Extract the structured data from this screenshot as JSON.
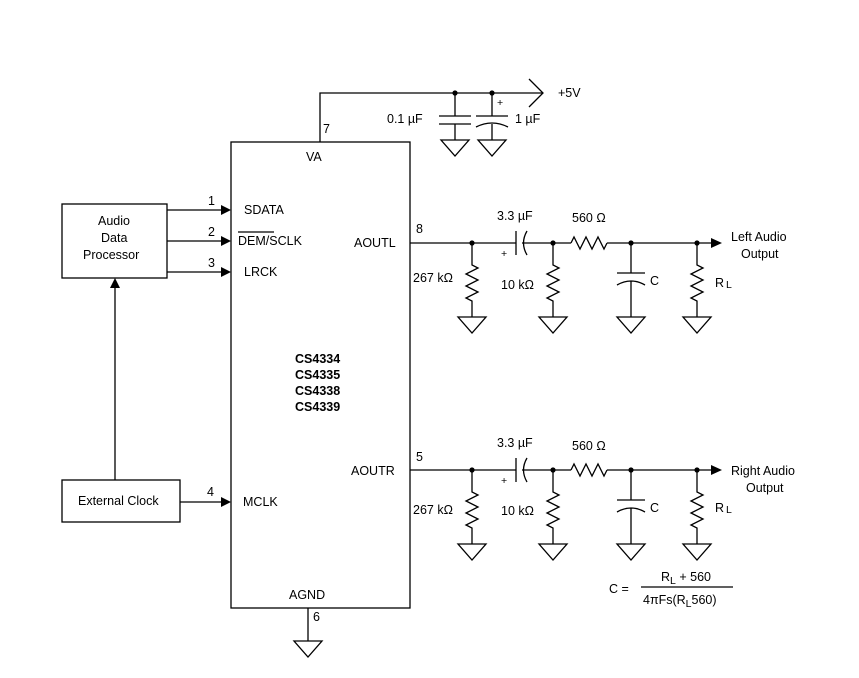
{
  "power": {
    "label": "+5V"
  },
  "caps_supply": {
    "c1": "0.1 µF",
    "c2": "1 µF",
    "plus": "+"
  },
  "chip": {
    "parts": [
      "CS4334",
      "CS4335",
      "CS4338",
      "CS4339"
    ],
    "va": "VA",
    "agnd": "AGND",
    "pins": {
      "sdata": {
        "num": "1",
        "name": "SDATA"
      },
      "sclk": {
        "num": "2",
        "name_dem": "DEM",
        "name_rest": "/SCLK"
      },
      "lrck": {
        "num": "3",
        "name": "LRCK"
      },
      "mclk": {
        "num": "4",
        "name": "MCLK"
      },
      "aoutr": {
        "num": "5",
        "name": "AOUTR"
      },
      "agnd": {
        "num": "6"
      },
      "va": {
        "num": "7"
      },
      "aoutl": {
        "num": "8",
        "name": "AOUTL"
      }
    }
  },
  "blocks": {
    "processor": [
      "Audio",
      "Data",
      "Processor"
    ],
    "clock": "External Clock"
  },
  "left_channel": {
    "res1": "267 kΩ",
    "cap": "3.3 µF",
    "plus": "+",
    "res2": "10 kΩ",
    "res3": "560 Ω",
    "cfilt": "C",
    "rl": "R",
    "rl_sub": "L",
    "out": [
      "Left Audio",
      "Output"
    ]
  },
  "right_channel": {
    "res1": "267 kΩ",
    "cap": "3.3 µF",
    "plus": "+",
    "res2": "10 kΩ",
    "res3": "560 Ω",
    "cfilt": "C",
    "rl": "R",
    "rl_sub": "L",
    "out": [
      "Right Audio",
      "Output"
    ]
  },
  "formula": {
    "lhs": "C =",
    "num_r": "R",
    "num_sub": "L",
    "num_rest": " + 560",
    "den_pre": "4πFs(R",
    "den_sub": "L",
    "den_rest": "560)"
  }
}
